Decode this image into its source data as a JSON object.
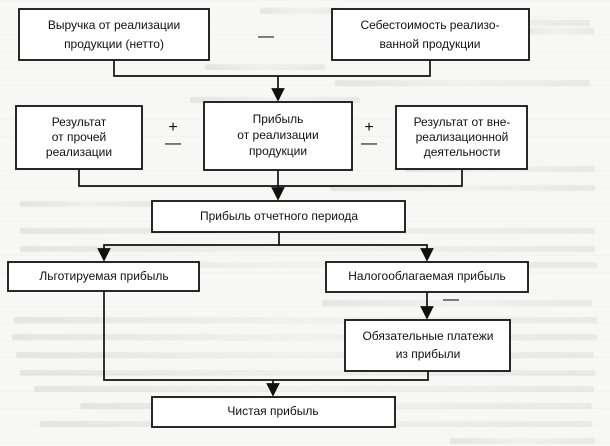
{
  "nodes": {
    "revenue": {
      "line1": "Выручка от реализации",
      "line2": "продукции (нетто)"
    },
    "cost": {
      "line1": "Себестоимость реализо-",
      "line2": "ванной продукции"
    },
    "other_sales": {
      "line1": "Результат",
      "line2": "от прочей",
      "line3": "реализации"
    },
    "sales_profit": {
      "line1": "Прибыль",
      "line2": "от реализации",
      "line3": "продукции"
    },
    "non_sales": {
      "line1": "Результат от вне-",
      "line2": "реализационной",
      "line3": "деятельности"
    },
    "period_profit": {
      "line1": "Прибыль отчетного периода"
    },
    "preferential_profit": {
      "line1": "Льготируемая прибыль"
    },
    "taxable_profit": {
      "line1": "Налогооблагаемая прибыль"
    },
    "mandatory_payments": {
      "line1": "Обязательные платежи",
      "line2": "из прибыли"
    },
    "net_profit": {
      "line1": "Чистая прибыль"
    }
  },
  "operators": {
    "minus_top": "—",
    "plus_left": "+",
    "minus_left": "—",
    "plus_right": "+",
    "minus_right": "—",
    "minus_payments": "—"
  }
}
